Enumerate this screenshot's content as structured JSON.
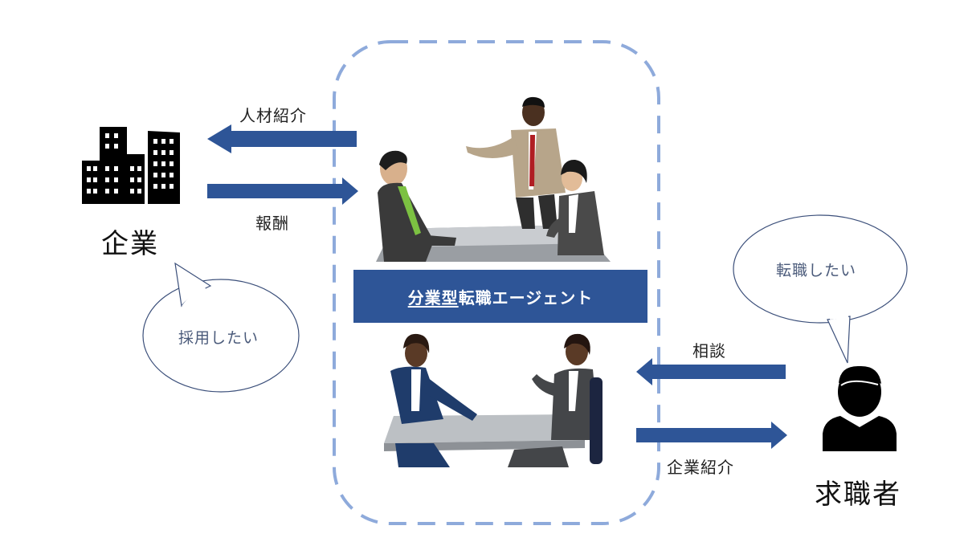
{
  "colors": {
    "arrow": "#2e5597",
    "banner": "#2e5597",
    "dashed_border": "#8eaadb",
    "bubble_stroke": "#3b4f7a",
    "icon": "#000000"
  },
  "company": {
    "icon": "office-buildings-icon",
    "label": "企業",
    "bubble": "採用したい"
  },
  "job_seeker": {
    "icon": "person-icon",
    "label": "求職者",
    "bubble": "転職したい"
  },
  "agent": {
    "banner_underlined": "分業型",
    "banner_rest": "転職エージェント",
    "top_image": "business-meeting-illustration",
    "bottom_image": "one-on-one-consultation-illustration"
  },
  "flows": {
    "to_company": "人材紹介",
    "from_company": "報酬",
    "from_seeker": "相談",
    "to_seeker": "企業紹介"
  }
}
